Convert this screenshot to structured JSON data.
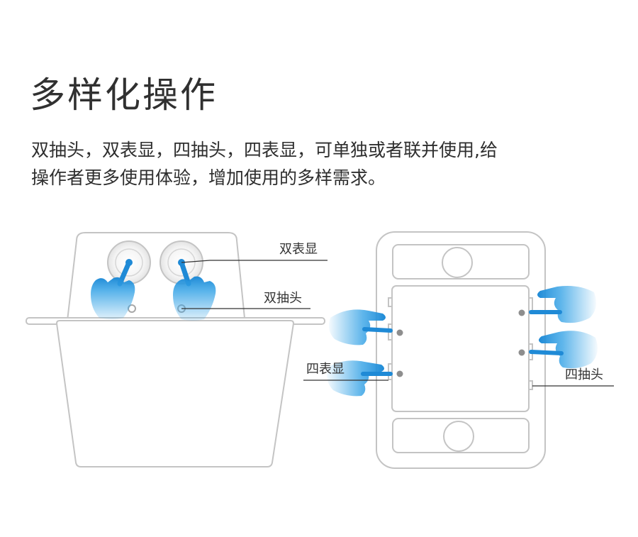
{
  "title": "多样化操作",
  "description": {
    "line1": "双抽头，双表显，四抽头，四表显，可单独或者联并使用,给",
    "line2": "操作者更多使用体验，增加使用的多样需求。"
  },
  "labels": {
    "dual_display": "双表显",
    "dual_tap": "双抽头",
    "quad_display": "四表显",
    "quad_tap": "四抽头"
  },
  "colors": {
    "hand": "#36a3e6",
    "outline": "#c4c4c4",
    "dot": "#8e8e8e",
    "text": "#333333"
  }
}
